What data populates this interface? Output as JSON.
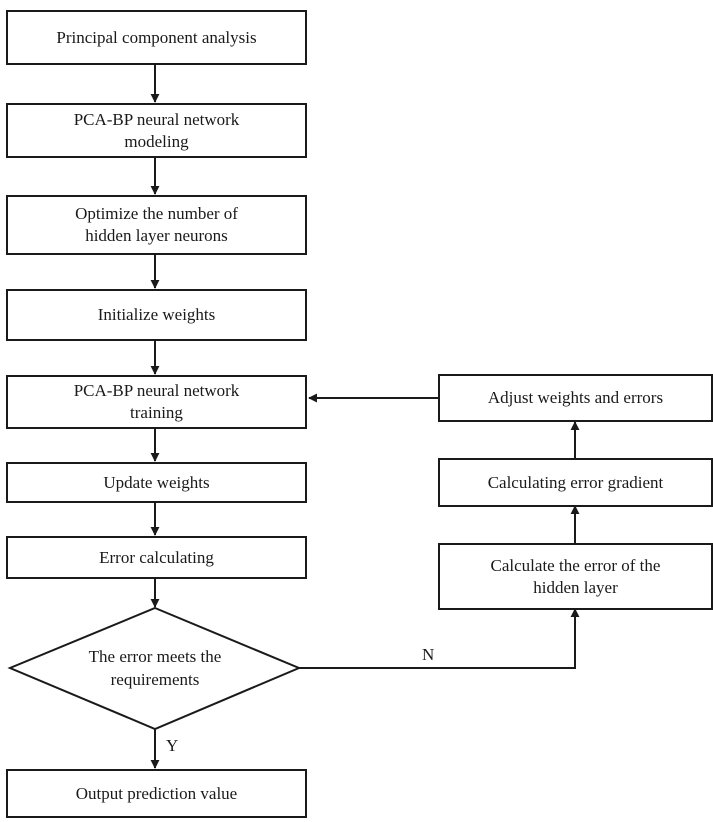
{
  "steps": {
    "pca": "Principal component analysis",
    "modeling_1": "PCA-BP neural network",
    "modeling_2": "modeling",
    "optimize_1": "Optimize the number of",
    "optimize_2": "hidden layer neurons",
    "init": "Initialize weights",
    "training_1": "PCA-BP neural network",
    "training_2": "training",
    "update": "Update weights",
    "error": "Error calculating",
    "decision_1": "The error meets the",
    "decision_2": "requirements",
    "output": "Output prediction value",
    "adjust": "Adjust weights and errors",
    "gradient": "Calculating error gradient",
    "hidden_error_1": "Calculate the error of the",
    "hidden_error_2": "hidden layer"
  },
  "labels": {
    "no": "N",
    "yes": "Y"
  }
}
